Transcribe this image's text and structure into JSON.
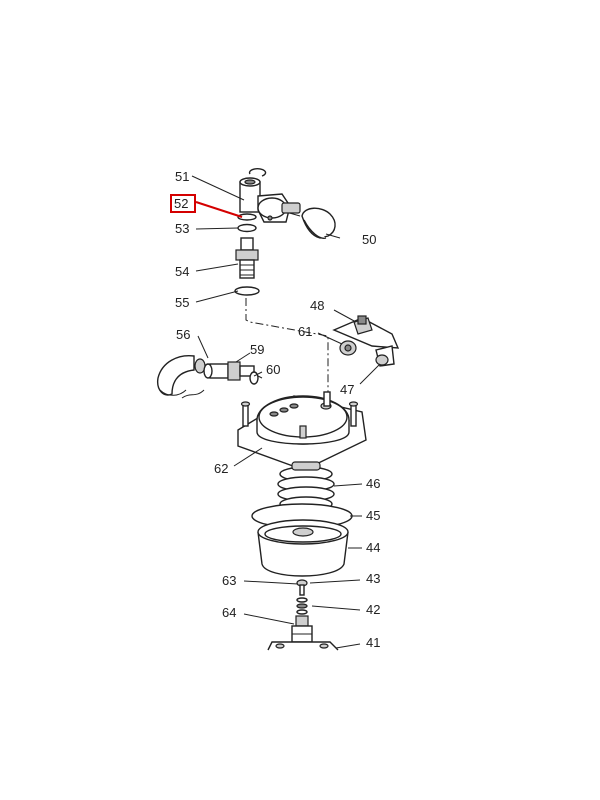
{
  "highlight_color": "#d40000",
  "labels": {
    "p41": "41",
    "p42": "42",
    "p43": "43",
    "p44": "44",
    "p45": "45",
    "p46": "46",
    "p47": "47",
    "p48": "48",
    "p50": "50",
    "p51": "51",
    "p52": "52",
    "p53": "53",
    "p54": "54",
    "p55": "55",
    "p56": "56",
    "p59": "59",
    "p60": "60",
    "p61": "61",
    "p62": "62",
    "p63": "63",
    "p64": "64"
  },
  "highlighted_part": "52"
}
